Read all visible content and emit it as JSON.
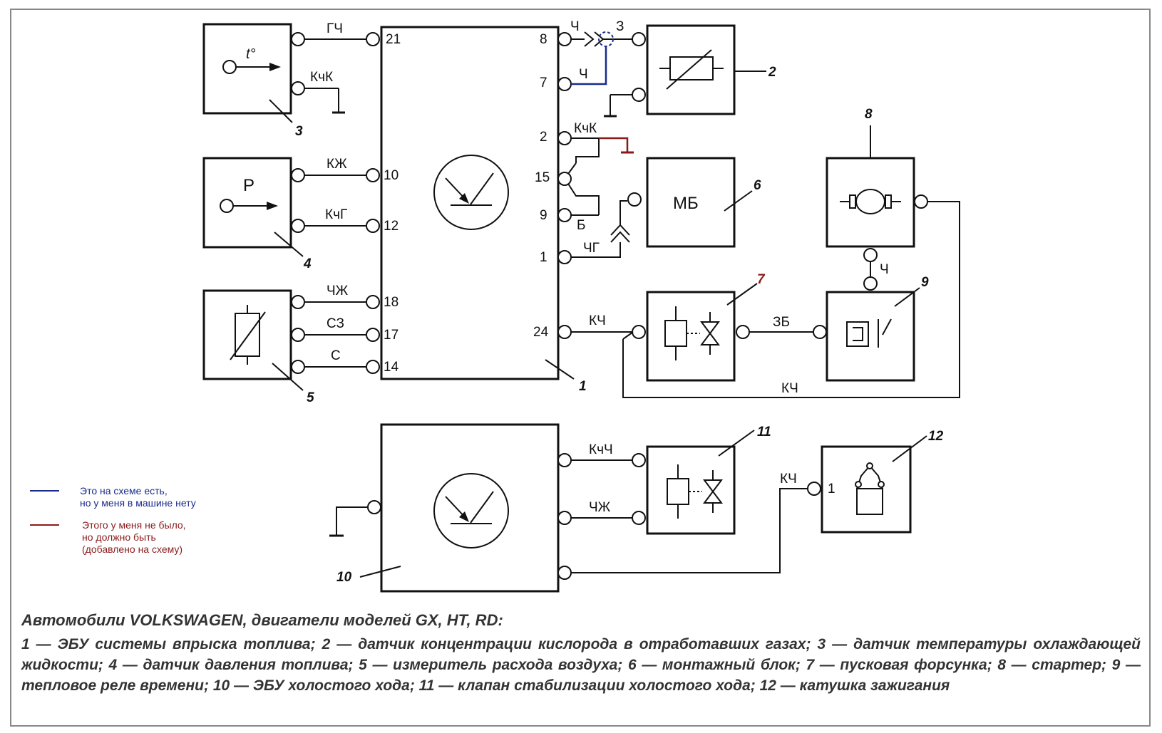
{
  "legend": {
    "blue_color": "#1a2a8a",
    "red_color": "#8a1a1a",
    "blue_line1": "Это на схеме есть,",
    "blue_line2": "но у меня в машине нету",
    "red_line1": "Этого у меня не было,",
    "red_line2": "но должно быть",
    "red_line3": "(добавлено на схему)"
  },
  "components": {
    "c1": "1",
    "c2": "2",
    "c3": "3",
    "c4": "4",
    "c5": "5",
    "c6": "6",
    "c7": "7",
    "c8": "8",
    "c9": "9",
    "c10": "10",
    "c11": "11",
    "c12": "12",
    "mb": "МБ",
    "pressure": "P",
    "temp": "t°"
  },
  "pins": {
    "p21": "21",
    "p10": "10",
    "p12": "12",
    "p18": "18",
    "p17": "17",
    "p14": "14",
    "p8": "8",
    "p7": "7",
    "p2": "2",
    "p15": "15",
    "p9": "9",
    "p1": "1",
    "p24": "24",
    "coil1": "1"
  },
  "wires": {
    "gch": "ГЧ",
    "kchk1": "КчК",
    "kzh": "КЖ",
    "kchg": "КчГ",
    "chzh": "ЧЖ",
    "sz": "СЗ",
    "s": "С",
    "ch8": "Ч",
    "z": "З",
    "ch7": "Ч",
    "kchk2": "КчК",
    "b": "Б",
    "chg": "ЧГ",
    "kch24": "КЧ",
    "zb": "ЗБ",
    "ch_starter": "Ч",
    "kch_bottom": "КЧ",
    "kchch": "КчЧ",
    "chzh2": "ЧЖ",
    "kch_coil": "КЧ"
  },
  "caption": {
    "title": "Автомобили VOLKSWAGEN, двигатели моделей GX, HT, RD:",
    "body": "1 — ЭБУ системы впрыска топлива; 2 — датчик концентрации кислорода в отработавших газах; 3 — датчик температуры охлаждающей жидкости; 4 — датчик давления топлива; 5 — измеритель расхода воздуха; 6 — монтажный блок; 7 — пусковая форсунка; 8 — стартер; 9 — тепловое реле времени; 10 — ЭБУ холостого хода; 11 — клапан стабилизации холостого хода; 12 — катушка зажигания"
  }
}
